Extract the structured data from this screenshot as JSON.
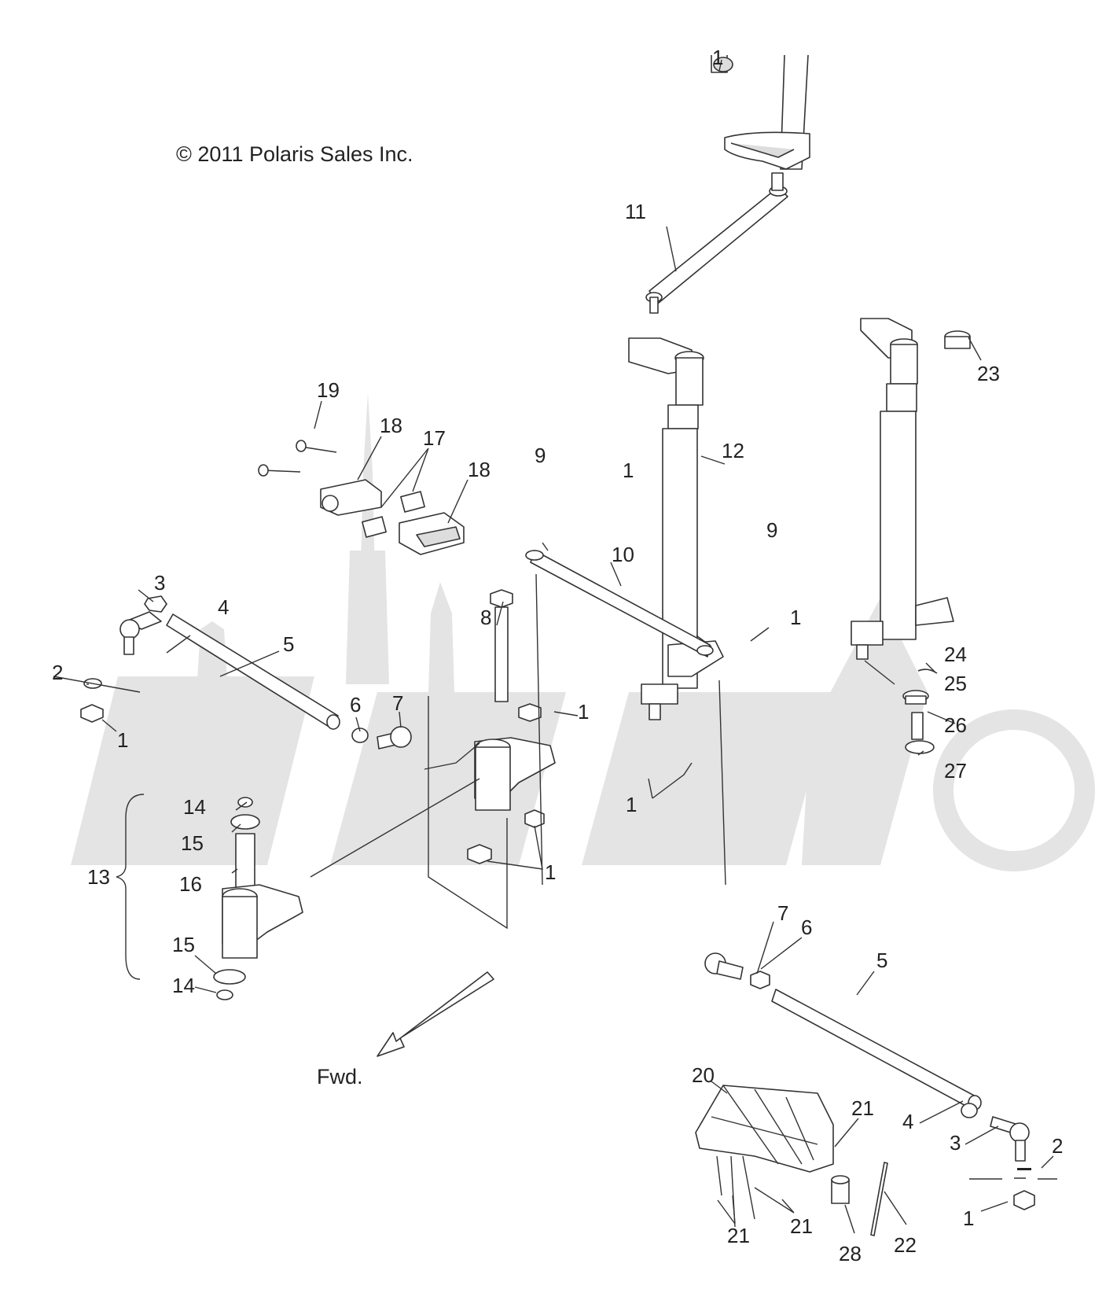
{
  "copyright": "© 2011 Polaris Sales Inc.",
  "forward_label": "Fwd.",
  "callouts": [
    {
      "id": "c1a",
      "text": "1"
    },
    {
      "id": "c11",
      "text": "11"
    },
    {
      "id": "c23",
      "text": "23"
    },
    {
      "id": "c12",
      "text": "12"
    },
    {
      "id": "c1b",
      "text": "1"
    },
    {
      "id": "c9a",
      "text": "9"
    },
    {
      "id": "c10",
      "text": "10"
    },
    {
      "id": "c9b",
      "text": "9"
    },
    {
      "id": "c19",
      "text": "19"
    },
    {
      "id": "c18a",
      "text": "18"
    },
    {
      "id": "c17",
      "text": "17"
    },
    {
      "id": "c18b",
      "text": "18"
    },
    {
      "id": "c3a",
      "text": "3"
    },
    {
      "id": "c4a",
      "text": "4"
    },
    {
      "id": "c5a",
      "text": "5"
    },
    {
      "id": "c2a",
      "text": "2"
    },
    {
      "id": "c1c",
      "text": "1"
    },
    {
      "id": "c8",
      "text": "8"
    },
    {
      "id": "c6a",
      "text": "6"
    },
    {
      "id": "c7a",
      "text": "7"
    },
    {
      "id": "c1d",
      "text": "1"
    },
    {
      "id": "c1e",
      "text": "1"
    },
    {
      "id": "c24",
      "text": "24"
    },
    {
      "id": "c25",
      "text": "25"
    },
    {
      "id": "c26",
      "text": "26"
    },
    {
      "id": "c27",
      "text": "27"
    },
    {
      "id": "c1f",
      "text": "1"
    },
    {
      "id": "c14a",
      "text": "14"
    },
    {
      "id": "c15a",
      "text": "15"
    },
    {
      "id": "c13",
      "text": "13"
    },
    {
      "id": "c16",
      "text": "16"
    },
    {
      "id": "c1g",
      "text": "1"
    },
    {
      "id": "c15b",
      "text": "15"
    },
    {
      "id": "c14b",
      "text": "14"
    },
    {
      "id": "c7b",
      "text": "7"
    },
    {
      "id": "c6b",
      "text": "6"
    },
    {
      "id": "c5b",
      "text": "5"
    },
    {
      "id": "c20",
      "text": "20"
    },
    {
      "id": "c21a",
      "text": "21"
    },
    {
      "id": "c4b",
      "text": "4"
    },
    {
      "id": "c3b",
      "text": "3"
    },
    {
      "id": "c2b",
      "text": "2"
    },
    {
      "id": "c1h",
      "text": "1"
    },
    {
      "id": "c21b",
      "text": "21"
    },
    {
      "id": "c21c",
      "text": "21"
    },
    {
      "id": "c28",
      "text": "28"
    },
    {
      "id": "c22",
      "text": "22"
    }
  ]
}
